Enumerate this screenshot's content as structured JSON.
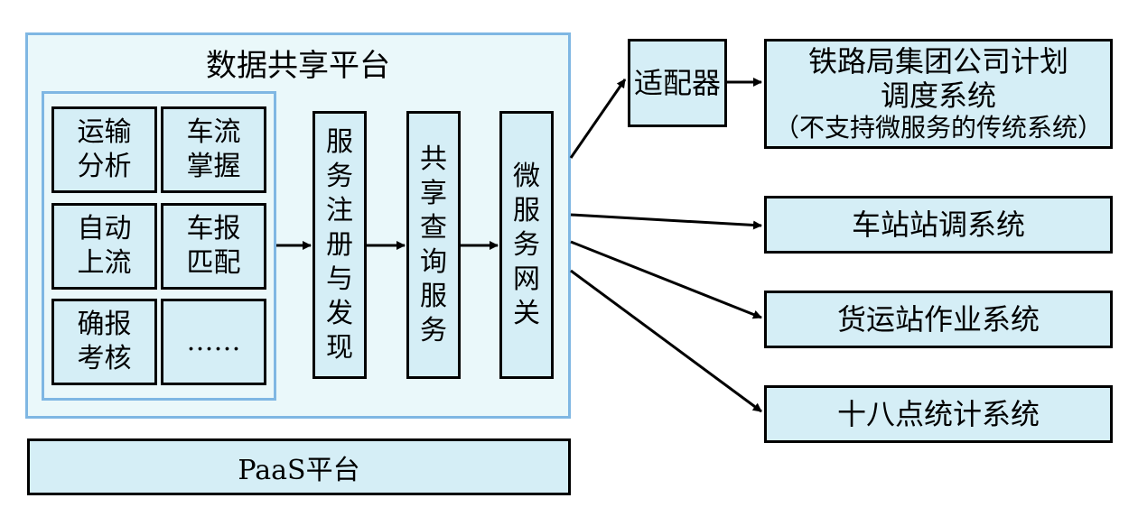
{
  "platform": {
    "title": "数据共享平台"
  },
  "modules": [
    {
      "label": "运输\n分析"
    },
    {
      "label": "车流\n掌握"
    },
    {
      "label": "自动\n上流"
    },
    {
      "label": "车报\n匹配"
    },
    {
      "label": "确报\n考核"
    },
    {
      "label": "……"
    }
  ],
  "stages": [
    {
      "chars": [
        "服",
        "务",
        "注",
        "册",
        "与",
        "发",
        "现"
      ]
    },
    {
      "chars": [
        "共",
        "享",
        "查",
        "询",
        "服",
        "务"
      ]
    },
    {
      "chars": [
        "微",
        "服",
        "务",
        "网",
        "关"
      ]
    }
  ],
  "adapter": {
    "label": "适配器"
  },
  "railway_system": {
    "line1": "铁路局集团公司计划",
    "line2": "调度系统",
    "line3": "（不支持微服务的传统系统）"
  },
  "systems": [
    {
      "label": "车站站调系统"
    },
    {
      "label": "货运站作业系统"
    },
    {
      "label": "十八点统计系统"
    }
  ],
  "paas": {
    "label": "PaaS平台"
  }
}
